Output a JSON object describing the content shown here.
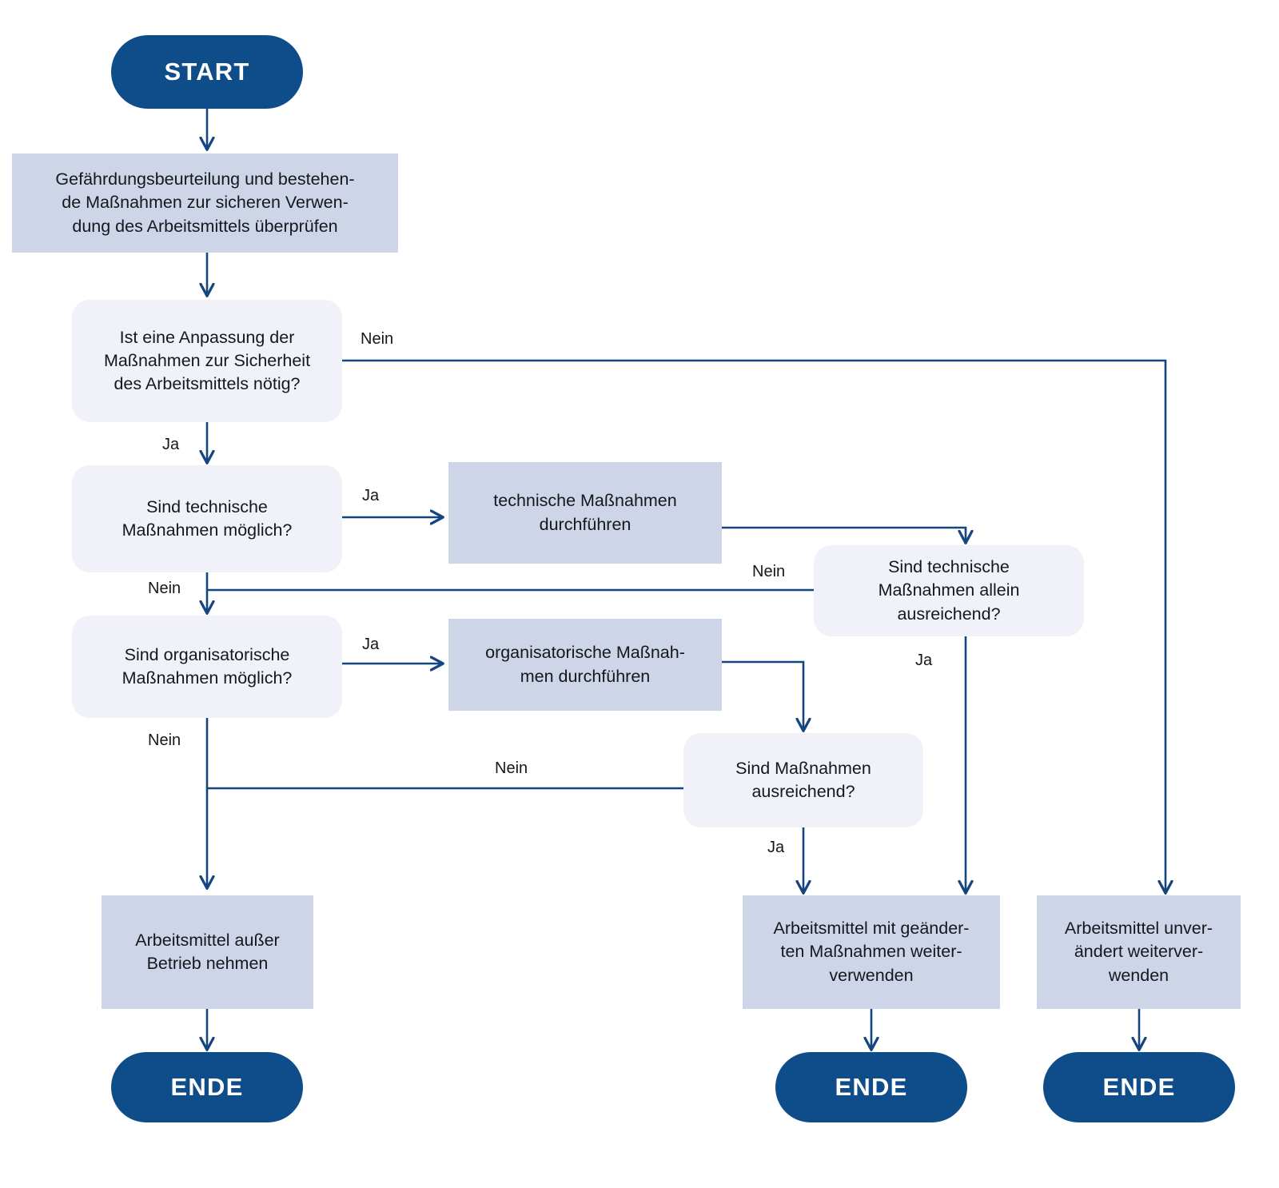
{
  "diagram": {
    "title": "Ablaufdiagramm Arbeitsmittel Gefaehrdungsbeurteilung",
    "colors": {
      "terminal_fill": "#0f4c8a",
      "terminal_text": "#ffffff",
      "process_fill": "#ced5e8",
      "decision_fill": "#f1f2f9",
      "edge_stroke": "#14457f",
      "text": "#14181d",
      "background": "#ffffff"
    }
  },
  "nodes": {
    "start": {
      "label": "START",
      "type": "terminal"
    },
    "check_assessment": {
      "label": "Gefährdungsbeurteilung und bestehen-\nde Maßnahmen zur sicheren Verwen-\ndung des Arbeitsmittels überprüfen",
      "type": "process"
    },
    "adjust_needed": {
      "label": "Ist eine Anpassung der\nMaßnahmen zur Sicherheit\ndes Arbeitsmittels nötig?",
      "type": "decision"
    },
    "technical_possible": {
      "label": "Sind technische\nMaßnahmen möglich?",
      "type": "decision"
    },
    "technical_do": {
      "label": "technische Maßnahmen\ndurchführen",
      "type": "process"
    },
    "technical_sufficient": {
      "label": "Sind technische\nMaßnahmen allein\nausreichend?",
      "type": "decision"
    },
    "organisational_possible": {
      "label": "Sind organisatorische\nMaßnahmen möglich?",
      "type": "decision"
    },
    "organisational_do": {
      "label": "organisatorische Maßnah-\nmen durchführen",
      "type": "process"
    },
    "measures_sufficient": {
      "label": "Sind Maßnahmen\nausreichend?",
      "type": "decision"
    },
    "out_of_service": {
      "label": "Arbeitsmittel außer\nBetrieb nehmen",
      "type": "process"
    },
    "continue_changed": {
      "label": "Arbeitsmittel mit geänder-\nten Maßnahmen weiter-\nverwenden",
      "type": "process"
    },
    "continue_unchanged": {
      "label": "Arbeitsmittel unver-\nändert weiterver-\nwenden",
      "type": "process"
    },
    "end_left": {
      "label": "ENDE",
      "type": "terminal"
    },
    "end_middle": {
      "label": "ENDE",
      "type": "terminal"
    },
    "end_right": {
      "label": "ENDE",
      "type": "terminal"
    }
  },
  "edge_labels": {
    "adjust_no": "Nein",
    "adjust_yes": "Ja",
    "technical_yes": "Ja",
    "technical_no": "Nein",
    "technical_sufficient_no": "Nein",
    "technical_sufficient_yes": "Ja",
    "organisational_yes": "Ja",
    "organisational_no": "Nein",
    "measures_no": "Nein",
    "measures_yes": "Ja"
  },
  "flow_edges": [
    {
      "from": "start",
      "to": "check_assessment",
      "label": ""
    },
    {
      "from": "check_assessment",
      "to": "adjust_needed",
      "label": ""
    },
    {
      "from": "adjust_needed",
      "to": "continue_unchanged",
      "label": "Nein"
    },
    {
      "from": "adjust_needed",
      "to": "technical_possible",
      "label": "Ja"
    },
    {
      "from": "technical_possible",
      "to": "technical_do",
      "label": "Ja"
    },
    {
      "from": "technical_possible",
      "to": "organisational_possible",
      "label": "Nein"
    },
    {
      "from": "technical_do",
      "to": "technical_sufficient",
      "label": ""
    },
    {
      "from": "technical_sufficient",
      "to": "organisational_possible",
      "label": "Nein"
    },
    {
      "from": "technical_sufficient",
      "to": "continue_changed",
      "label": "Ja"
    },
    {
      "from": "organisational_possible",
      "to": "organisational_do",
      "label": "Ja"
    },
    {
      "from": "organisational_possible",
      "to": "out_of_service",
      "label": "Nein"
    },
    {
      "from": "organisational_do",
      "to": "measures_sufficient",
      "label": ""
    },
    {
      "from": "measures_sufficient",
      "to": "out_of_service",
      "label": "Nein"
    },
    {
      "from": "measures_sufficient",
      "to": "continue_changed",
      "label": "Ja"
    },
    {
      "from": "out_of_service",
      "to": "end_left",
      "label": ""
    },
    {
      "from": "continue_changed",
      "to": "end_middle",
      "label": ""
    },
    {
      "from": "continue_unchanged",
      "to": "end_right",
      "label": ""
    }
  ]
}
